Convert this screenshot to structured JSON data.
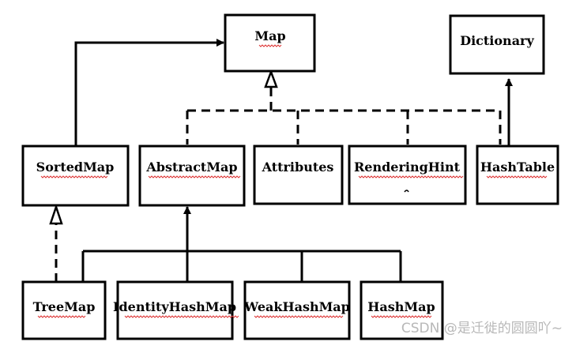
{
  "diagram": {
    "nodes": {
      "map": "Map",
      "dictionary": "Dictionary",
      "sorted_map": "SortedMap",
      "abstract_map": "AbstractMap",
      "attributes": "Attributes",
      "rendering_hint": "RenderingHint",
      "hash_table": "HashTable",
      "tree_map": "TreeMap",
      "identity_hash_map": "IdentityHashMap",
      "weak_hash_map": "WeakHashMap",
      "hash_map": "HashMap"
    }
  },
  "watermark": "CSDN @是迁徙的圆圆吖~"
}
